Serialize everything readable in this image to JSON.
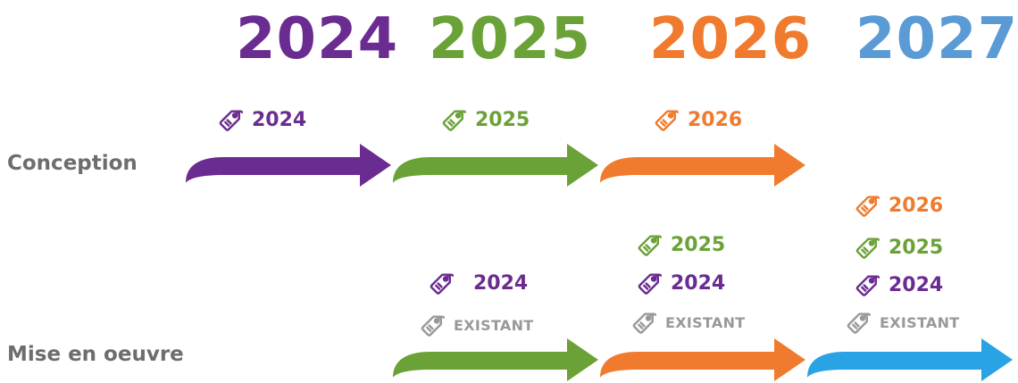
{
  "colors": {
    "y2024": "#6b2c91",
    "y2025": "#6aa237",
    "y2026": "#f07b2e",
    "y2027": "#5b9bd5",
    "arrow_2027": "#29a3e3",
    "label": "#6d6d6d",
    "existing": "#999999"
  },
  "years": [
    "2024",
    "2025",
    "2026",
    "2027"
  ],
  "rows": {
    "conception": "Conception",
    "mise_en_oeuvre": "Mise en oeuvre"
  },
  "conception_tags": [
    "2024",
    "2025",
    "2026"
  ],
  "mise_en_oeuvre_tags": {
    "col_2025": {
      "y2024": "2024",
      "existant": "EXISTANT"
    },
    "col_2026": {
      "y2025": "2025",
      "y2024": "2024",
      "existant": "EXISTANT"
    },
    "col_2027": {
      "y2026": "2026",
      "y2025": "2025",
      "y2024": "2024",
      "existant": "EXISTANT"
    }
  },
  "icons": {
    "tag": "price-tag-icon",
    "arrow": "curved-arrow"
  }
}
